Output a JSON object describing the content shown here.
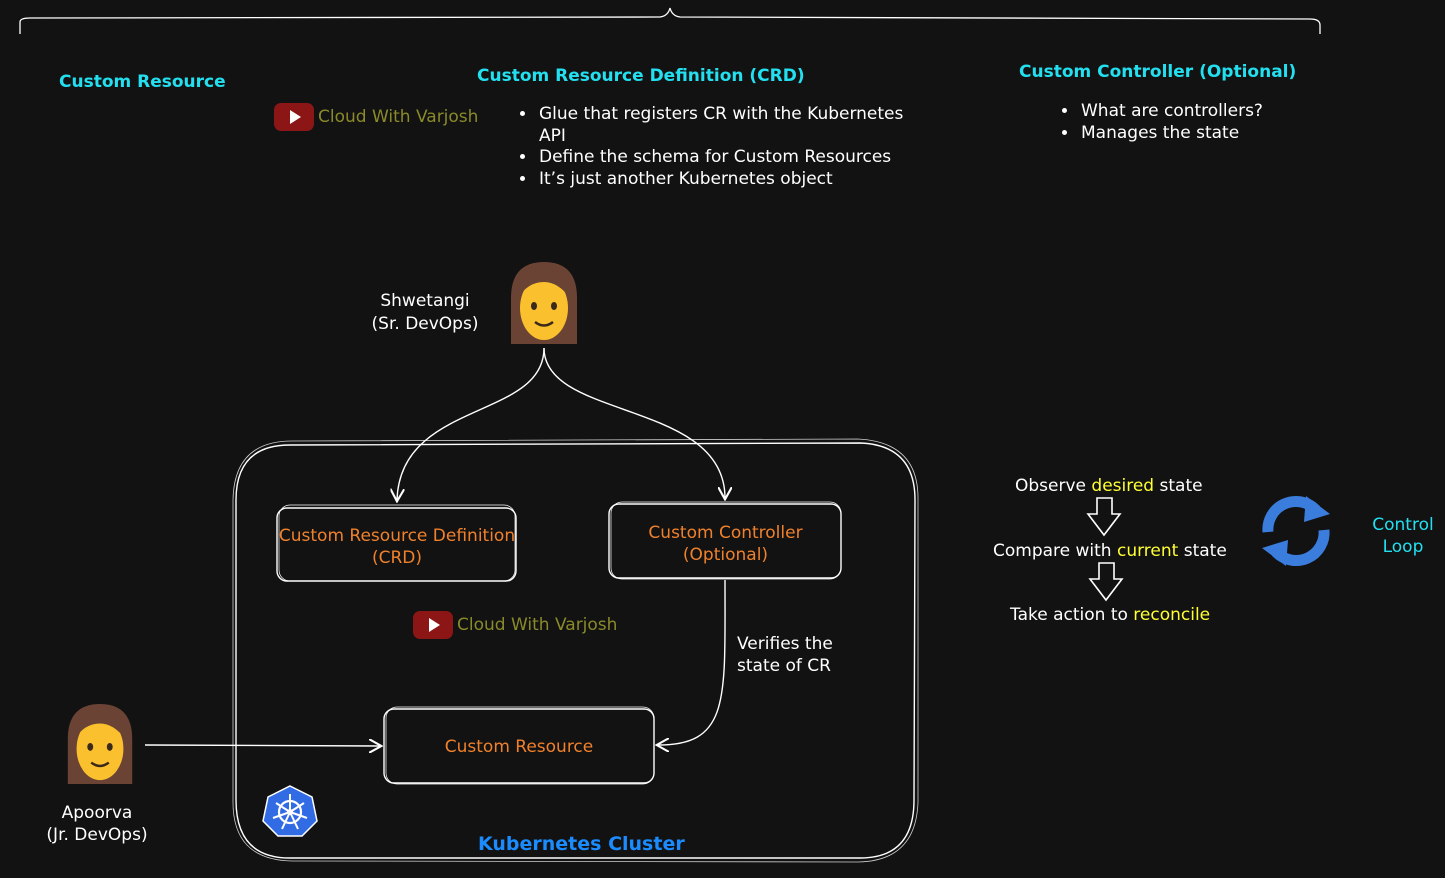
{
  "top_headings": {
    "custom_resource": "Custom Resource",
    "crd": "Custom Resource Definition (CRD)",
    "controller": "Custom Controller (Optional)"
  },
  "crd_bullets": [
    "Glue that registers CR with the Kubernetes API",
    "Define the schema for Custom Resources",
    "It’s just another Kubernetes object"
  ],
  "controller_bullets": [
    "What are controllers?",
    "Manages the state"
  ],
  "watermark": "Cloud With Varjosh",
  "people": {
    "senior_name": "Shwetangi",
    "senior_role": "(Sr. DevOps)",
    "junior_name": "Apoorva",
    "junior_role": "(Jr. DevOps)"
  },
  "cluster": {
    "crd_box_line1": "Custom Resource Definition",
    "crd_box_line2": "(CRD)",
    "controller_box_line1": "Custom Controller",
    "controller_box_line2": "(Optional)",
    "cr_box": "Custom Resource",
    "verifies_line1": "Verifies the",
    "verifies_line2": "state of CR",
    "label": "Kubernetes Cluster"
  },
  "control_loop": {
    "step1_pre": "Observe ",
    "step1_hl": "desired",
    "step1_post": " state",
    "step2_pre": "Compare with ",
    "step2_hl": "current",
    "step2_post": " state",
    "step3_pre": "Take action to ",
    "step3_hl": "reconcile",
    "label_line1": "Control",
    "label_line2": "Loop"
  },
  "colors": {
    "background": "#121212",
    "heading": "#22e0f0",
    "box_text": "#f0812c",
    "highlight": "#ffff33",
    "cluster_label": "#1a8cff",
    "loop_icon": "#3b7ddd"
  }
}
